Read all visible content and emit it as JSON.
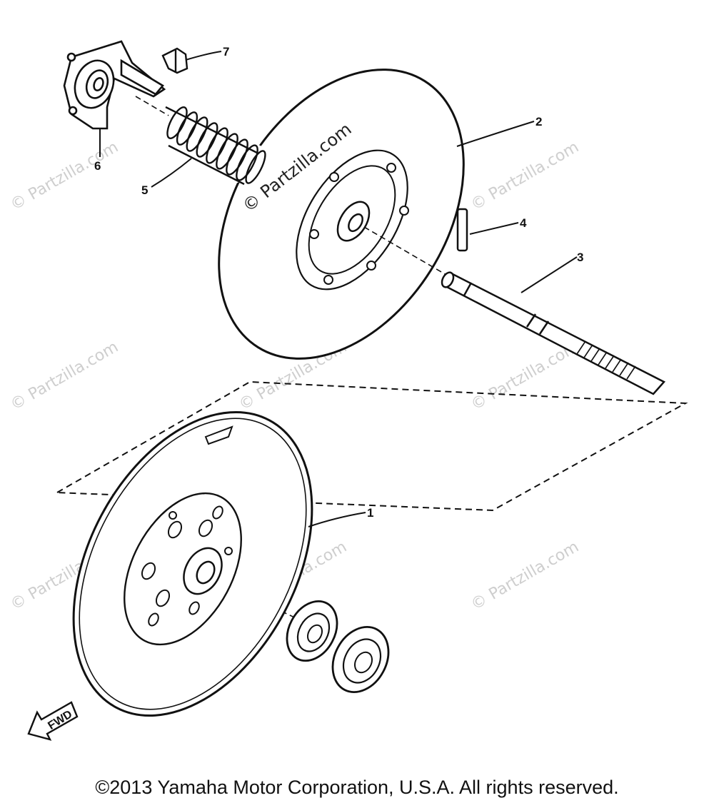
{
  "diagram": {
    "callouts": [
      "1",
      "2",
      "3",
      "4",
      "5",
      "6",
      "7"
    ],
    "watermark": "© Partzilla.com",
    "front_marker": "FWD"
  },
  "footer": {
    "copyright": "©2013 Yamaha Motor Corporation, U.S.A. All rights reserved."
  }
}
